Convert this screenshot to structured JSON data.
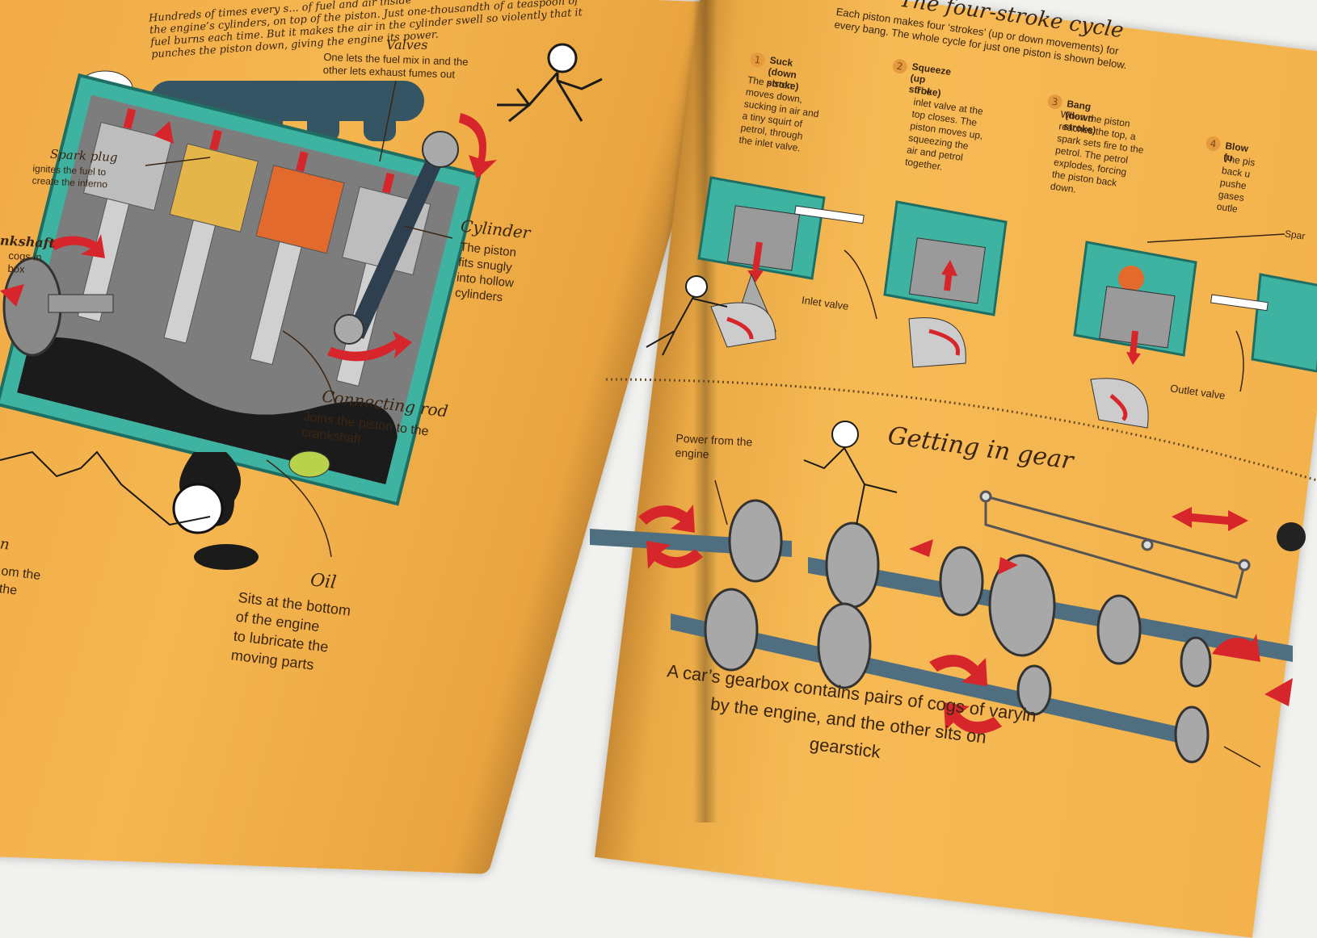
{
  "left": {
    "intro": "Hundreds of times every s... of fuel and air inside\nthe engine’s cylinders, on top of the piston. Just one-thousandth of a teaspoon of\nfuel burns each time. But it makes the air in the cylinder swell so violently that it\npunches the piston down, giving the engine its power.",
    "valves": {
      "title": "Valves",
      "text": "One lets the fuel mix in and the\nother lets exhaust fumes out"
    },
    "spark_plug": {
      "title": "Spark plug",
      "text": "ignites the fuel to\ncreate the inferno"
    },
    "crankshaft": {
      "title": "nkshaft",
      "text": "cogs in\nbox"
    },
    "cylinder": {
      "title": "Cylinder",
      "text": "The piston\nfits snugly\ninto hollow\ncylinders"
    },
    "connecting_rod": {
      "title": "Connecting rod",
      "text": "Joins the piston to the\ncrankshaft"
    },
    "oil": {
      "title": "Oil",
      "text": "Sits at the bottom\nof the engine\nto lubricate the\nmoving parts"
    },
    "fragment": {
      "title": "n",
      "text": "om the\nthe"
    }
  },
  "right": {
    "title": "The four-stroke cycle",
    "subtitle": "Each piston makes four ‘strokes’ (up or down movements) for\nevery bang. The whole cycle for just one piston is shown below.",
    "steps": [
      {
        "num": "1",
        "title": "Suck (down\nstroke)",
        "text": "The piston\nmoves down,\nsucking in air and\na tiny squirt of\npetrol, through\nthe inlet valve."
      },
      {
        "num": "2",
        "title": "Squeeze (up\nstroke)",
        "text": "The\ninlet valve at the\ntop closes. The\npiston moves up,\nsqueezing the\nair and petrol\ntogether."
      },
      {
        "num": "3",
        "title": "Bang (down stroke)",
        "text": "When the piston\nreaches the top, a\nspark sets fire to the\npetrol. The petrol\nexplodes, forcing\nthe piston back\ndown."
      },
      {
        "num": "4",
        "title": "Blow (u",
        "text": "The pis\nback u\npushe\ngases\noutle"
      }
    ],
    "inlet_valve": "Inlet valve",
    "outlet_valve": "Outlet valve",
    "spark": "Spar",
    "gear_title": "Getting in gear",
    "power_label": "Power from the\nengine",
    "gearbox_text": "A car’s gearbox contains pairs of cogs of varyin\nby the engine, and the other sits on\ngearstick"
  },
  "colors": {
    "page": "#f3b24c",
    "teal": "#3fb3a2",
    "red": "#d7262b",
    "grey": "#9a9a9a",
    "ink": "#3a2513",
    "shaft": "#4f6f80"
  }
}
